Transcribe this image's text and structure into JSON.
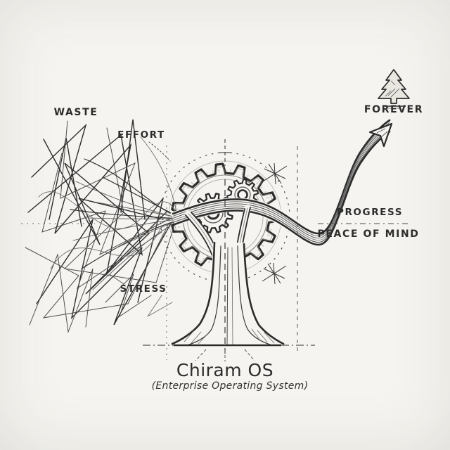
{
  "illustration": {
    "labels": {
      "waste": "WASTE",
      "effort": "EFFORT",
      "stress": "STRESS",
      "progress": "PROGRESS",
      "peace_of_mind": "PEACE OF MIND",
      "forever": "FOREVER"
    },
    "title": {
      "main": "Chiram OS",
      "subtitle": "(Enterprise Operating System)"
    },
    "icons": {
      "tree": "pine-tree-icon",
      "gear": "gear-icon",
      "arrow": "growth-arrow-icon",
      "sparkle": "sparkle-star-icon"
    },
    "colors": {
      "paper": "#f5f4f0",
      "ink": "#2c2c2c",
      "sketch_gray": "#6b6b6b"
    }
  }
}
